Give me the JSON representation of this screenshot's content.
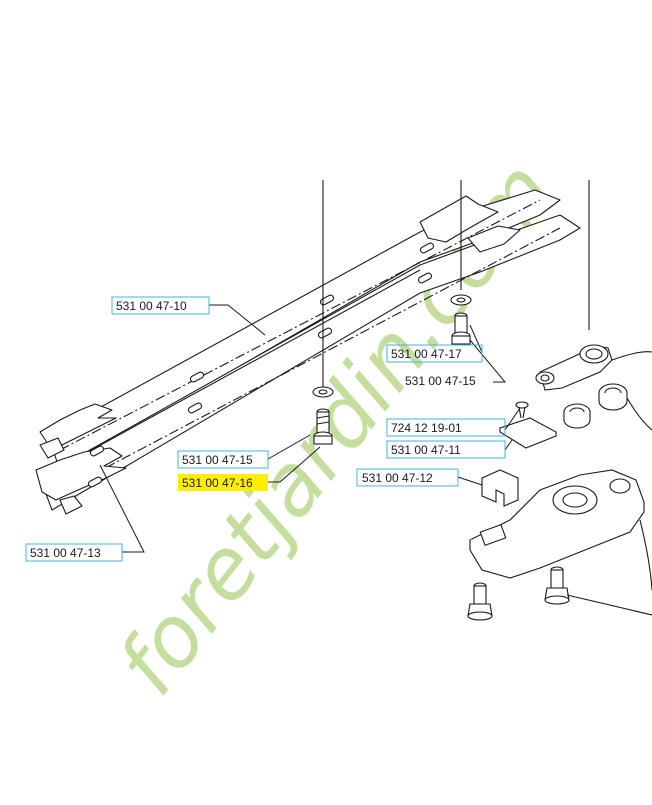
{
  "diagram": {
    "parts": [
      {
        "id": "p1",
        "label": "531 00 47-10",
        "boxed": true,
        "highlighted": false
      },
      {
        "id": "p2",
        "label": "531 00 47-17",
        "boxed": true,
        "highlighted": false
      },
      {
        "id": "p3",
        "label": "531 00 47-15",
        "boxed": false,
        "highlighted": false
      },
      {
        "id": "p4",
        "label": "724 12 19-01",
        "boxed": true,
        "highlighted": false
      },
      {
        "id": "p5",
        "label": "531 00 47-11",
        "boxed": true,
        "highlighted": false
      },
      {
        "id": "p6",
        "label": "531 00 47-12",
        "boxed": true,
        "highlighted": false
      },
      {
        "id": "p7",
        "label": "531 00 47-15",
        "boxed": true,
        "highlighted": false
      },
      {
        "id": "p8",
        "label": "531 00 47-16",
        "boxed": false,
        "highlighted": true
      },
      {
        "id": "p9",
        "label": "531 00 47-13",
        "boxed": true,
        "highlighted": false
      }
    ],
    "colors": {
      "line": "#1a1a1a",
      "label_box": "#41b6e6",
      "highlight": "#ffee00",
      "watermark": "#b9d98c"
    }
  },
  "watermark": {
    "text": "foretjardin.com"
  }
}
